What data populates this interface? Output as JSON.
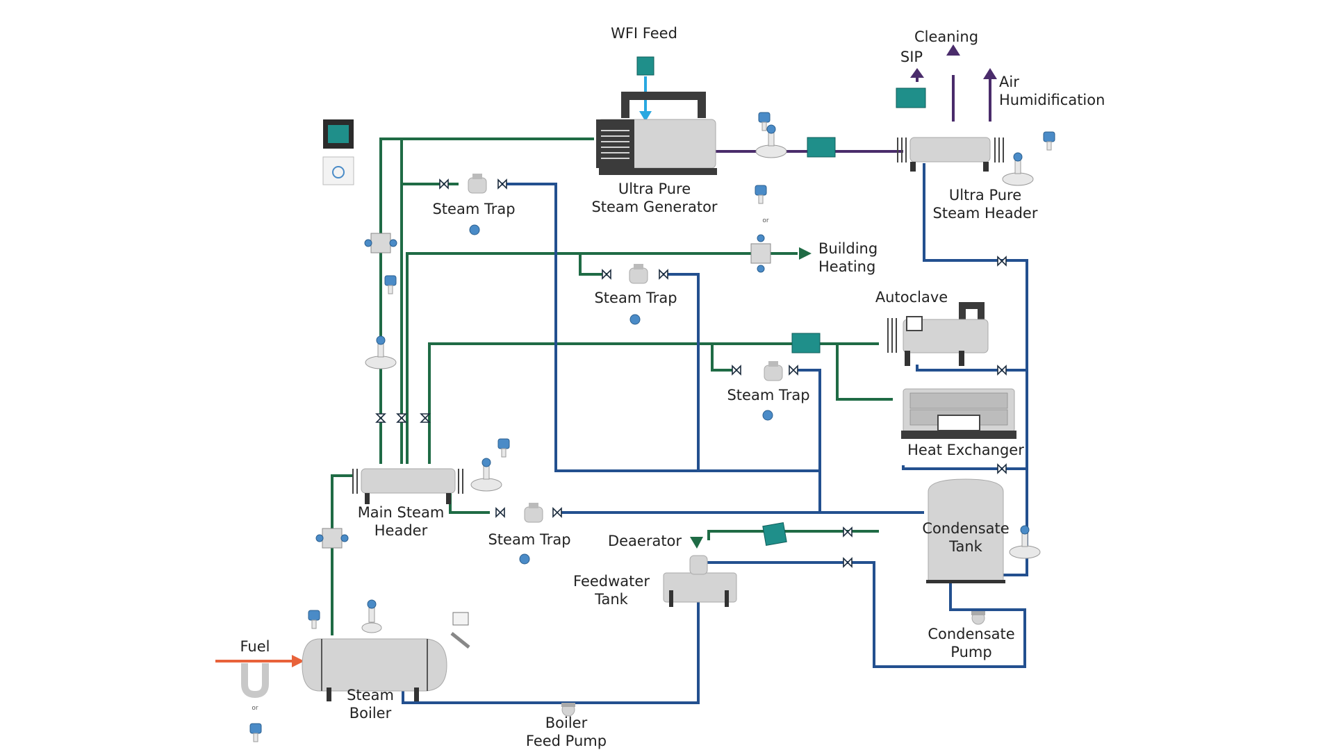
{
  "labels": {
    "wfi_feed": "WFI Feed",
    "cleaning": "Cleaning",
    "sip": "SIP",
    "air_humidification_1": "Air",
    "air_humidification_2": "Humidification",
    "ultra_pure_steam_generator_1": "Ultra Pure",
    "ultra_pure_steam_generator_2": "Steam Generator",
    "ultra_pure_steam_header_1": "Ultra Pure",
    "ultra_pure_steam_header_2": "Steam Header",
    "steam_trap_1": "Steam Trap",
    "steam_trap_2": "Steam Trap",
    "steam_trap_3": "Steam Trap",
    "steam_trap_4": "Steam Trap",
    "building_heating_1": "Building",
    "building_heating_2": "Heating",
    "autoclave": "Autoclave",
    "heat_exchanger": "Heat Exchanger",
    "main_steam_header_1": "Main Steam",
    "main_steam_header_2": "Header",
    "deaerator": "Deaerator",
    "condensate_tank_1": "Condensate",
    "condensate_tank_2": "Tank",
    "feedwater_tank_1": "Feedwater",
    "feedwater_tank_2": "Tank",
    "condensate_pump_1": "Condensate",
    "condensate_pump_2": "Pump",
    "fuel": "Fuel",
    "steam_boiler_1": "Steam",
    "steam_boiler_2": "Boiler",
    "boiler_feed_pump_1": "Boiler",
    "boiler_feed_pump_2": "Feed Pump",
    "or_1": "or",
    "or_2": "or"
  },
  "colors": {
    "steam_line": "#1f6b45",
    "condensate_line": "#23508f",
    "ultra_pure_steam_line": "#4a2c6b",
    "wfi_line": "#29a8e0",
    "fuel_line": "#e8623a"
  },
  "icons": [
    "pressure-transmitter-icon",
    "flow-meter-icon",
    "steam-trap-icon",
    "valve-icon",
    "wireless-monitor-icon",
    "acoustic-sensor-icon",
    "vortex-meter-icon",
    "gateway-icon"
  ]
}
